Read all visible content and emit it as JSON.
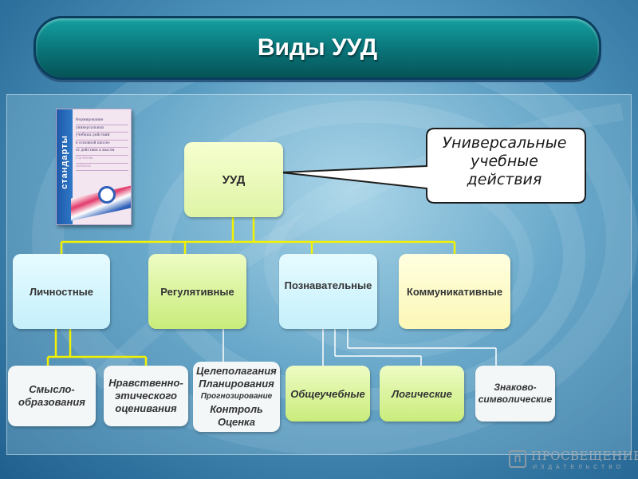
{
  "title": "Виды УУД",
  "book": {
    "spine": "стандарты",
    "cover_lines": [
      "Формирование",
      "универсальных",
      "учебных действий",
      "в основной школе:",
      "от действия к мысли",
      "Система",
      "заданий"
    ]
  },
  "callout": {
    "line1": "Универсальные",
    "line2": "учебные",
    "line3": "действия"
  },
  "nodes": {
    "root": "УУД",
    "personal": "Личностные",
    "regulative": "Регулятивные",
    "cognitive": "Познавательные",
    "communicative": "Коммуникативные",
    "sense_line1": "Смысло-",
    "sense_line2": "образования",
    "moral_line1": "Нравственно-",
    "moral_line2": "этического",
    "moral_line3": "оценивания",
    "reg_sub_1": "Целеполагания",
    "reg_sub_2": "Планирования",
    "reg_sub_3": "Прогнозирование",
    "reg_sub_4": "Контроль",
    "reg_sub_5": "Оценка",
    "general": "Общеучебные",
    "logical": "Логические",
    "sign_line1": "Знаково-",
    "sign_line2": "символические"
  },
  "logo": {
    "name": "ПРОСВЕЩЕНИЕ",
    "sub": "ИЗДАТЕЛЬСТВО"
  },
  "colors": {
    "connector": "#f2f200",
    "title_bar": "#0a7378"
  }
}
